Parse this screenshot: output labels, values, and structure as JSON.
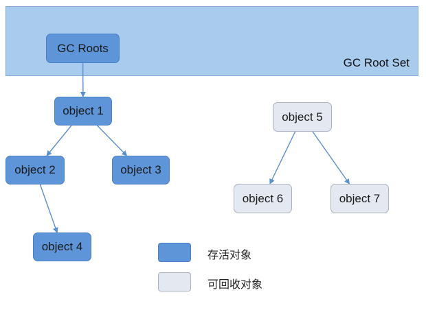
{
  "root_set": {
    "label": "GC Root Set"
  },
  "nodes": [
    {
      "id": "gc-roots",
      "label": "GC Roots",
      "state": "live"
    },
    {
      "id": "object-1",
      "label": "object 1",
      "state": "live"
    },
    {
      "id": "object-2",
      "label": "object 2",
      "state": "live"
    },
    {
      "id": "object-3",
      "label": "object 3",
      "state": "live"
    },
    {
      "id": "object-4",
      "label": "object 4",
      "state": "live"
    },
    {
      "id": "object-5",
      "label": "object 5",
      "state": "collectable"
    },
    {
      "id": "object-6",
      "label": "object 6",
      "state": "collectable"
    },
    {
      "id": "object-7",
      "label": "object 7",
      "state": "collectable"
    }
  ],
  "edges": [
    {
      "from": "gc-roots",
      "to": "object-1"
    },
    {
      "from": "object-1",
      "to": "object-2"
    },
    {
      "from": "object-1",
      "to": "object-3"
    },
    {
      "from": "object-2",
      "to": "object-4"
    },
    {
      "from": "object-5",
      "to": "object-6"
    },
    {
      "from": "object-5",
      "to": "object-7"
    }
  ],
  "legend": {
    "live_label": "存活对象",
    "collectable_label": "可回收对象"
  },
  "colors": {
    "root_set_fill": "#a9cbee",
    "live_fill": "#5d95d8",
    "collectable_fill": "#e3e8f1",
    "edge": "#5b8fcf"
  }
}
